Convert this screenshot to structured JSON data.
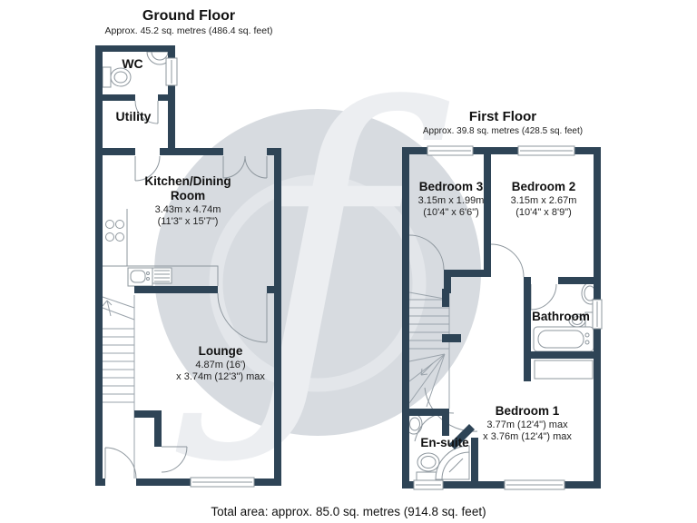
{
  "ground_floor": {
    "title": "Ground Floor",
    "subtitle": "Approx. 45.2 sq. metres (486.4 sq. feet)",
    "wc": {
      "name": "WC"
    },
    "utility": {
      "name": "Utility"
    },
    "kitchen": {
      "name_line1": "Kitchen/Dining",
      "name_line2": "Room",
      "dim_metric": "3.43m x 4.74m",
      "dim_imperial": "(11'3\" x 15'7\")"
    },
    "lounge": {
      "name": "Lounge",
      "dim_line1": "4.87m (16')",
      "dim_line2": "x 3.74m (12'3\") max"
    }
  },
  "first_floor": {
    "title": "First Floor",
    "subtitle": "Approx. 39.8 sq. metres (428.5 sq. feet)",
    "bedroom3": {
      "name": "Bedroom 3",
      "dim_metric": "3.15m x 1.99m",
      "dim_imperial": "(10'4\" x 6'6\")"
    },
    "bedroom2": {
      "name": "Bedroom 2",
      "dim_metric": "3.15m x 2.67m",
      "dim_imperial": "(10'4\" x 8'9\")"
    },
    "bathroom": {
      "name": "Bathroom"
    },
    "bedroom1": {
      "name": "Bedroom 1",
      "dim_line1": "3.77m (12'4\") max",
      "dim_line2": "x 3.76m (12'4\") max"
    },
    "ensuite": {
      "name": "En-suite"
    }
  },
  "footer": {
    "total_area": "Total area: approx. 85.0 sq. metres (914.8 sq. feet)"
  },
  "watermark": {
    "letter": "ƒ"
  },
  "colors": {
    "wall": "#2e4456",
    "watermark_circle": "#d7dbe0",
    "fixture_line": "#8e979e"
  }
}
